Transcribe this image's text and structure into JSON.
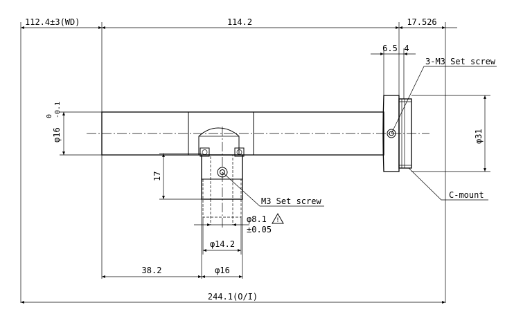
{
  "dimensions": {
    "working_distance": "112.4±3(WD)",
    "main_length": "114.2",
    "mount_length": "17.526",
    "mount_offset": "6.5",
    "mount_small": "4",
    "tube_diameter": "φ16",
    "tube_tolerance_upper": "0",
    "tube_tolerance_lower": "-0.1",
    "mount_diameter": "φ31",
    "drop_height": "17",
    "bore_diameter": "φ8.1",
    "bore_tolerance": "±0.05",
    "port_inner": "φ14.2",
    "port_outer": "φ16",
    "port_offset": "38.2",
    "total_length": "244.1(O/I)"
  },
  "callouts": {
    "set_screw_3": "3-M3 Set screw",
    "set_screw_1": "M3 Set screw",
    "c_mount": "C-mount",
    "warning_mark": "!"
  }
}
